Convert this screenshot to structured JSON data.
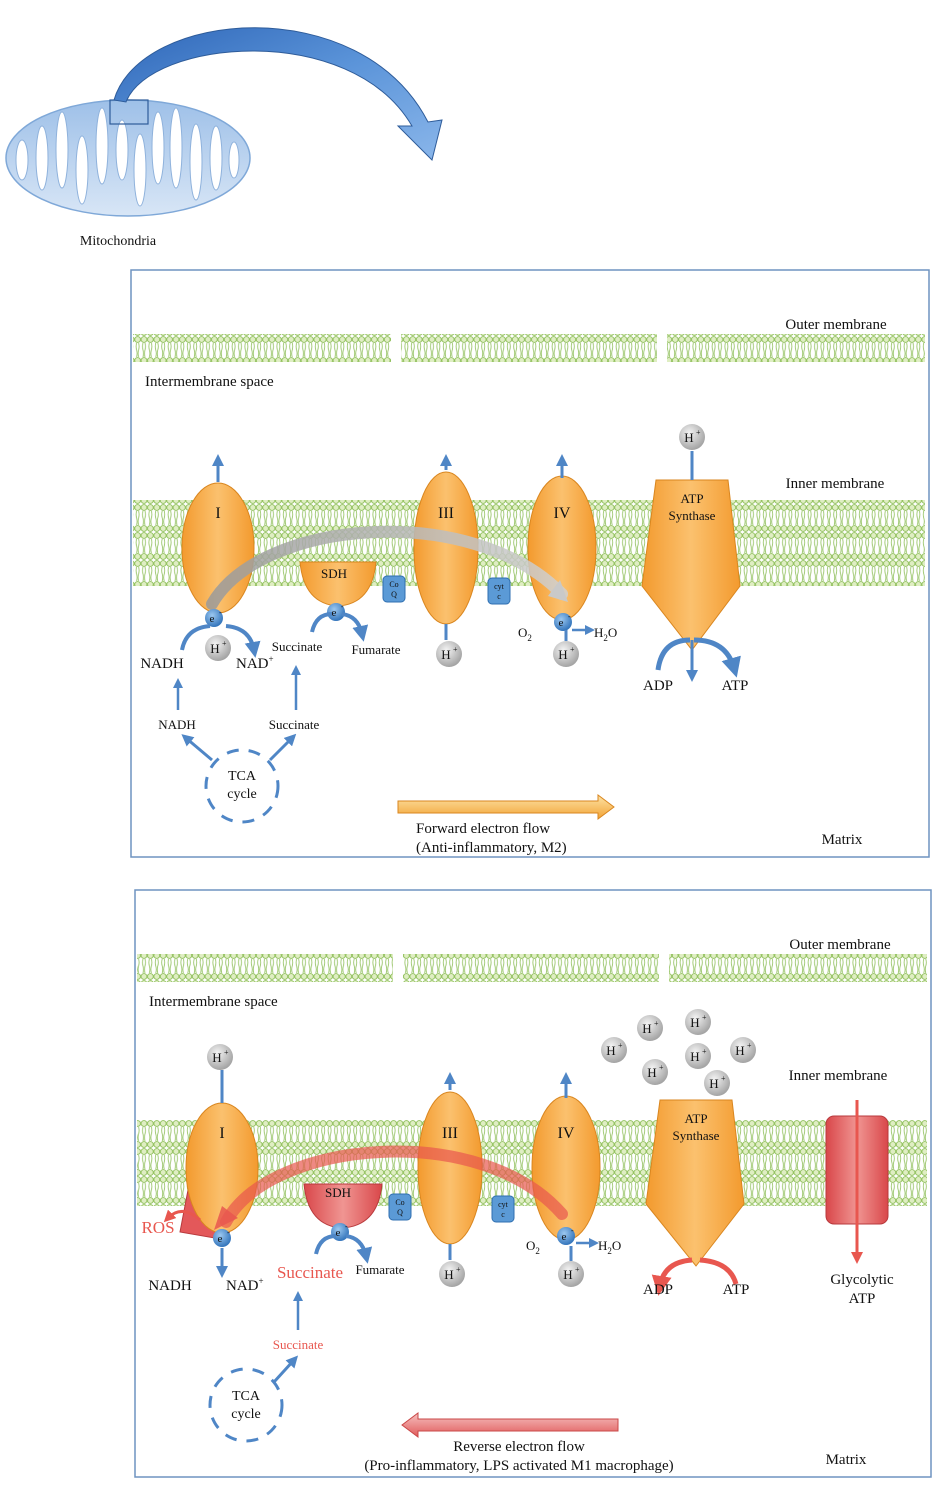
{
  "top": {
    "mito_label": "Mitochondria"
  },
  "panel1": {
    "outer_membrane": "Outer membrane",
    "intermembrane_space": "Intermembrane space",
    "inner_membrane": "Inner membrane",
    "matrix": "Matrix",
    "complex_I": "I",
    "sdh": "SDH",
    "coq": [
      "Co",
      "Q"
    ],
    "complex_III": "III",
    "cytc": [
      "cyt",
      "c"
    ],
    "complex_IV": "IV",
    "atp_synthase": [
      "ATP",
      "Synthase"
    ],
    "h": "H",
    "plus": "+",
    "e": "e",
    "minus": "-",
    "nadh": "NADH",
    "nad": "NAD",
    "succinate": "Succinate",
    "fumarate": "Fumarate",
    "nadh2": "NADH",
    "succinate2": "Succinate",
    "tca": [
      "TCA",
      "cycle"
    ],
    "o2": [
      "O",
      "2"
    ],
    "h2o": [
      "H",
      "2",
      "O"
    ],
    "adp": "ADP",
    "atp": "ATP",
    "flow": [
      "Forward electron flow",
      "(Anti-inflammatory, M2)"
    ]
  },
  "panel2": {
    "outer_membrane": "Outer membrane",
    "intermembrane_space": "Intermembrane space",
    "inner_membrane": "Inner membrane",
    "matrix": "Matrix",
    "complex_I": "I",
    "sdh": "SDH",
    "coq": [
      "Co",
      "Q"
    ],
    "complex_III": "III",
    "cytc": [
      "cyt",
      "c"
    ],
    "complex_IV": "IV",
    "atp_synthase": [
      "ATP",
      "Synthase"
    ],
    "h": "H",
    "plus": "+",
    "e": "e",
    "minus": "-",
    "ros": "ROS",
    "nadh": "NADH",
    "nad": "NAD",
    "succinate": "Succinate",
    "fumarate": "Fumarate",
    "succinate2": "Succinate",
    "tca": [
      "TCA",
      "cycle"
    ],
    "o2": [
      "O",
      "2"
    ],
    "h2o": [
      "H",
      "2",
      "O"
    ],
    "adp": "ADP",
    "atp": "ATP",
    "glycolytic": [
      "Glycolytic",
      "ATP"
    ],
    "flow": [
      "Reverse electron flow",
      "(Pro-inflammatory, LPS activated M1 macrophage)"
    ]
  },
  "colors": {
    "membrane_fill": "#dfeec3",
    "membrane_stroke": "#8fbf5a",
    "complex_orange": "#f8b35a",
    "blue_arrow": "#4f86c6",
    "red_arrow": "#e8574f",
    "panel_border": "#6f93c0"
  }
}
